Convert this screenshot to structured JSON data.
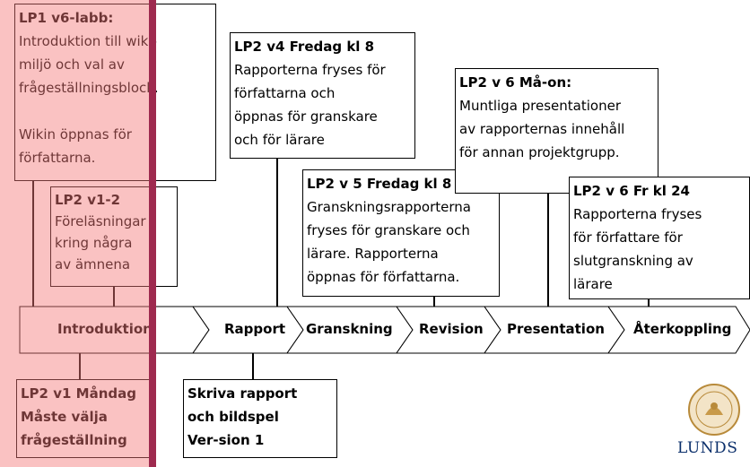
{
  "boxes": {
    "lp1": {
      "title": "LP1 v6-labb:",
      "lines": [
        "Introduktion till wiki-",
        "miljö och val av",
        "frågeställningsblock.",
        "",
        "Wikin öppnas för",
        "författarna."
      ]
    },
    "lp2_v1_2": {
      "title": "LP2 v1-2",
      "lines": [
        "Föreläsningar",
        "kring några",
        "av ämnena"
      ]
    },
    "lp2_v4": {
      "title": "LP2 v4 Fredag kl 8",
      "lines": [
        "Rapporterna fryses för",
        "författarna och",
        "öppnas för granskare",
        "och för lärare"
      ]
    },
    "lp2_v5": {
      "title": "LP2 v 5 Fredag kl 8",
      "lines": [
        "Granskningsrapporterna",
        "fryses för granskare och",
        "lärare. Rapporterna",
        "öppnas för författarna."
      ]
    },
    "lp2_v6_mon": {
      "title": "LP2 v 6 Må-on:",
      "lines": [
        "Muntliga presentationer",
        "av rapporternas innehåll",
        "för annan projektgrupp."
      ]
    },
    "lp2_v6_fri": {
      "title": "LP2 v 6 Fr kl 24",
      "lines": [
        "Rapporterna fryses",
        "för författare för",
        "slutgranskning av",
        "lärare"
      ]
    },
    "lp2_v1_mon": {
      "lines": [
        "LP2 v1 Måndag",
        "Måste välja",
        "frågeställning"
      ]
    },
    "skriva": {
      "lines": [
        "Skriva rapport",
        "och bildspel",
        "Ver-sion 1"
      ]
    }
  },
  "phases": [
    "Introduktion",
    "Rapport",
    "Granskning",
    "Revision",
    "Presentation",
    "Återkoppling"
  ],
  "logo_text": "LUNDS",
  "colors": {
    "highlight": "#f5a3a3",
    "bar": "#9e2a4f",
    "logo": "#0b2f6b"
  }
}
